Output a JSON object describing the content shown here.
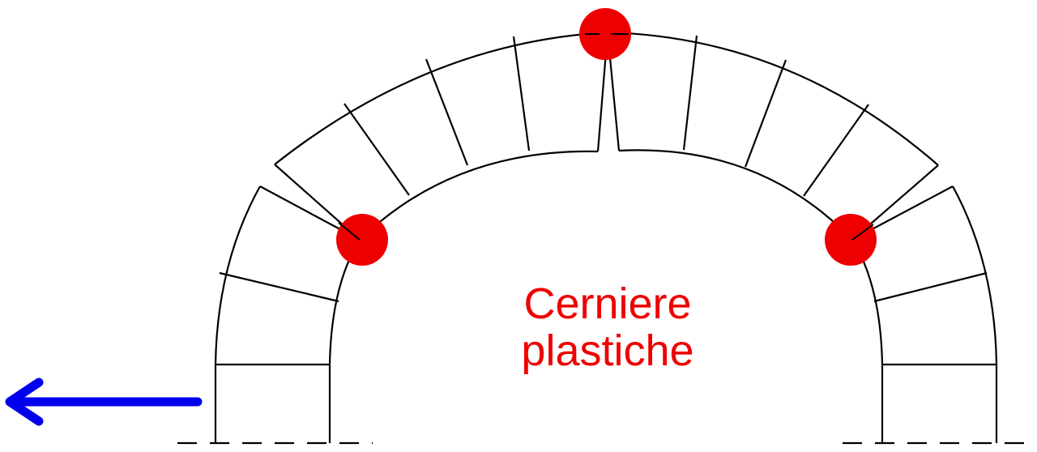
{
  "label": {
    "line1": "Cerniere",
    "line2": "plastiche"
  },
  "colors": {
    "stroke": "#000000",
    "hinge": "#ee0000",
    "arrow": "#0000ee",
    "text": "#ee0000"
  },
  "icons": {
    "hinge": "circle",
    "arrow": "arrow-left"
  }
}
